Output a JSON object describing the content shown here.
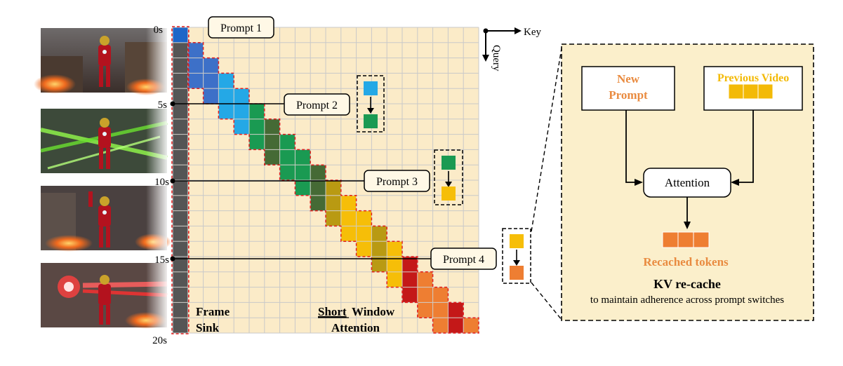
{
  "time_labels": [
    "0s",
    "5s",
    "10s",
    "15s",
    "20s"
  ],
  "prompts": [
    "Prompt 1",
    "Prompt 2",
    "Prompt 3",
    "Prompt 4"
  ],
  "axes": {
    "key": "Key",
    "query": "Query"
  },
  "labels": {
    "frame": "Frame",
    "sink": "Sink",
    "short": "Short",
    "window": "Window",
    "attention": "Attention"
  },
  "panel": {
    "new_prompt_line1": "New",
    "new_prompt_line2": "Prompt",
    "previous_video": "Previous Video",
    "attention_box": "Attention",
    "recached_tokens": "Recached tokens",
    "title": "KV re-cache",
    "subtitle": "to maintain adherence across prompt switches"
  },
  "colors": {
    "grid_bg": "#FBEBC8",
    "grid_line": "#C9C9C9",
    "sink": "#555555",
    "sink_top": "#1E66C8",
    "highlight_dash": "#E02020",
    "segment_blue": [
      "#3D70C8",
      "#24A8E6"
    ],
    "segment_green": [
      "#1A9A52",
      "#456A35"
    ],
    "segment_yellow": [
      "#F6BE08",
      "#B99A12"
    ],
    "segment_orange_red": [
      "#EE7E32",
      "#C41818"
    ],
    "panel_bg": "#FBEFCB",
    "accent_orange": "#E98B40",
    "accent_yellow": "#F3BA07"
  },
  "icons": [
    "axis-arrow-icon",
    "video-frame-thumbnail"
  ]
}
